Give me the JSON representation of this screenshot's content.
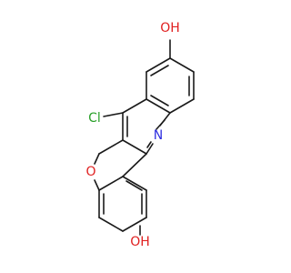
{
  "molecule": {
    "atoms": [
      {
        "id": "oh_top",
        "label": "OH",
        "color": "#e02020"
      },
      {
        "id": "cl",
        "label": "Cl",
        "color": "#2aa02a"
      },
      {
        "id": "n",
        "label": "N",
        "color": "#2e2ee0"
      },
      {
        "id": "o_ring",
        "label": "O",
        "color": "#e02020"
      },
      {
        "id": "oh_bottom",
        "label": "OH",
        "color": "#e02020"
      }
    ],
    "bond_color": "#1a1a1a"
  }
}
